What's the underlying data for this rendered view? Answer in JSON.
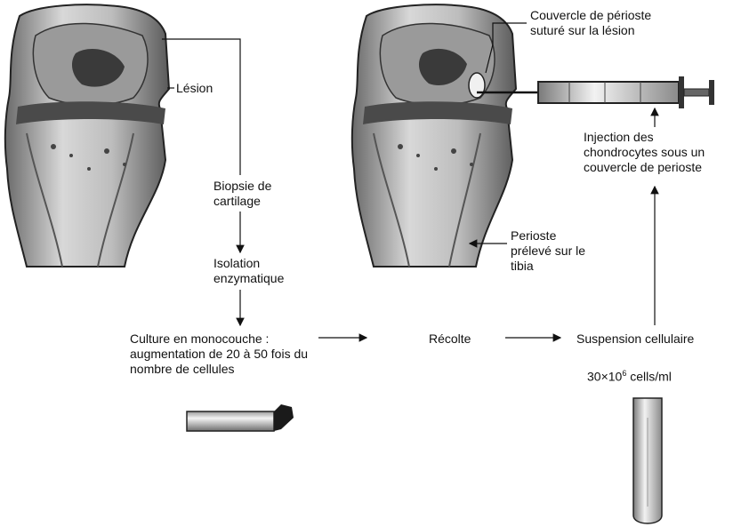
{
  "labels": {
    "lesion": "Lésion",
    "biopsy_line1": "Biopsie de",
    "biopsy_line2": "cartilage",
    "isolation_line1": "Isolation",
    "isolation_line2": "enzymatique",
    "culture_line1": "Culture en monocouche :",
    "culture_line2": "augmentation de 20 à 50 fois du",
    "culture_line3": "nombre de cellules",
    "harvest": "Récolte",
    "suspension": "Suspension cellulaire",
    "concentration_base": "30×10",
    "concentration_exp": "6",
    "concentration_unit": " cells/ml",
    "periosteum_line1": "Perioste",
    "periosteum_line2": "prélevé sur le",
    "periosteum_line3": "tibia",
    "injection_line1": "Injection des",
    "injection_line2": "chondrocytes sous un",
    "injection_line3": "couvercle de perioste",
    "cover_line1": "Couvercle de périoste",
    "cover_line2": "suturé sur la lésion"
  }
}
